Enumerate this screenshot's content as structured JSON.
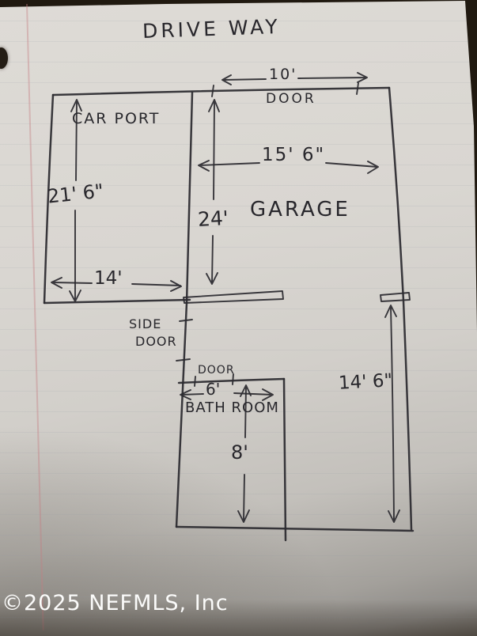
{
  "photo": {
    "watermark": "©2025 NEFMLS, Inc",
    "paper_color": "#d6d3ce",
    "ink_color": "#2b2a2f",
    "margin_line_color": "#c57d82"
  },
  "plan": {
    "title": "DRIVE WAY",
    "labels": {
      "carport": "CAR PORT",
      "garage": "GARAGE",
      "garage_door": "DOOR",
      "side_door_line1": "SIDE",
      "side_door_line2": "DOOR",
      "bathroom": "BATH ROOM",
      "bathroom_door": "DOOR"
    },
    "dimensions": {
      "garage_door_width": "10'",
      "garage_width": "15' 6\"",
      "garage_depth": "24'",
      "carport_depth": "21' 6\"",
      "carport_width": "14'",
      "bathroom_width": "6'",
      "bathroom_depth": "8'",
      "rear_wall_height": "14' 6\""
    }
  }
}
